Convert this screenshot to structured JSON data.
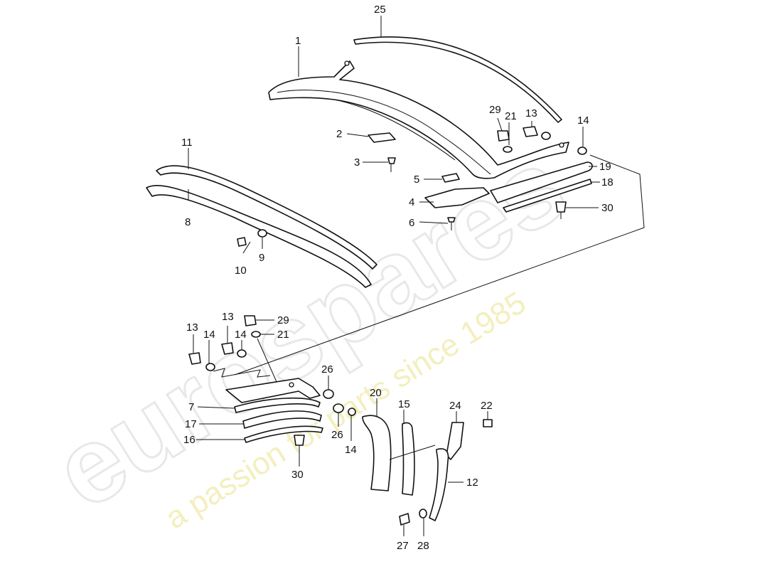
{
  "watermark": {
    "brand": "eurospares",
    "tagline": "a passion for parts since 1985"
  },
  "callouts": [
    {
      "id": "c-25",
      "text": "25"
    },
    {
      "id": "c-1",
      "text": "1"
    },
    {
      "id": "c-2",
      "text": "2"
    },
    {
      "id": "c-3",
      "text": "3"
    },
    {
      "id": "c-11",
      "text": "11"
    },
    {
      "id": "c-8",
      "text": "8"
    },
    {
      "id": "c-10",
      "text": "10"
    },
    {
      "id": "c-9",
      "text": "9"
    },
    {
      "id": "c-29a",
      "text": "29"
    },
    {
      "id": "c-21a",
      "text": "21"
    },
    {
      "id": "c-13a",
      "text": "13"
    },
    {
      "id": "c-14a",
      "text": "14"
    },
    {
      "id": "c-19",
      "text": "19"
    },
    {
      "id": "c-18",
      "text": "18"
    },
    {
      "id": "c-5",
      "text": "5"
    },
    {
      "id": "c-4",
      "text": "4"
    },
    {
      "id": "c-6",
      "text": "6"
    },
    {
      "id": "c-30a",
      "text": "30"
    },
    {
      "id": "c-13b",
      "text": "13"
    },
    {
      "id": "c-13c",
      "text": "13"
    },
    {
      "id": "c-14b",
      "text": "14"
    },
    {
      "id": "c-14c",
      "text": "14"
    },
    {
      "id": "c-29b",
      "text": "29"
    },
    {
      "id": "c-21b",
      "text": "21"
    },
    {
      "id": "c-26a",
      "text": "26"
    },
    {
      "id": "c-7",
      "text": "7"
    },
    {
      "id": "c-17",
      "text": "17"
    },
    {
      "id": "c-16",
      "text": "16"
    },
    {
      "id": "c-26b",
      "text": "26"
    },
    {
      "id": "c-14d",
      "text": "14"
    },
    {
      "id": "c-30b",
      "text": "30"
    },
    {
      "id": "c-20",
      "text": "20"
    },
    {
      "id": "c-15",
      "text": "15"
    },
    {
      "id": "c-24",
      "text": "24"
    },
    {
      "id": "c-22",
      "text": "22"
    },
    {
      "id": "c-12",
      "text": "12"
    },
    {
      "id": "c-27",
      "text": "27"
    },
    {
      "id": "c-28",
      "text": "28"
    }
  ]
}
